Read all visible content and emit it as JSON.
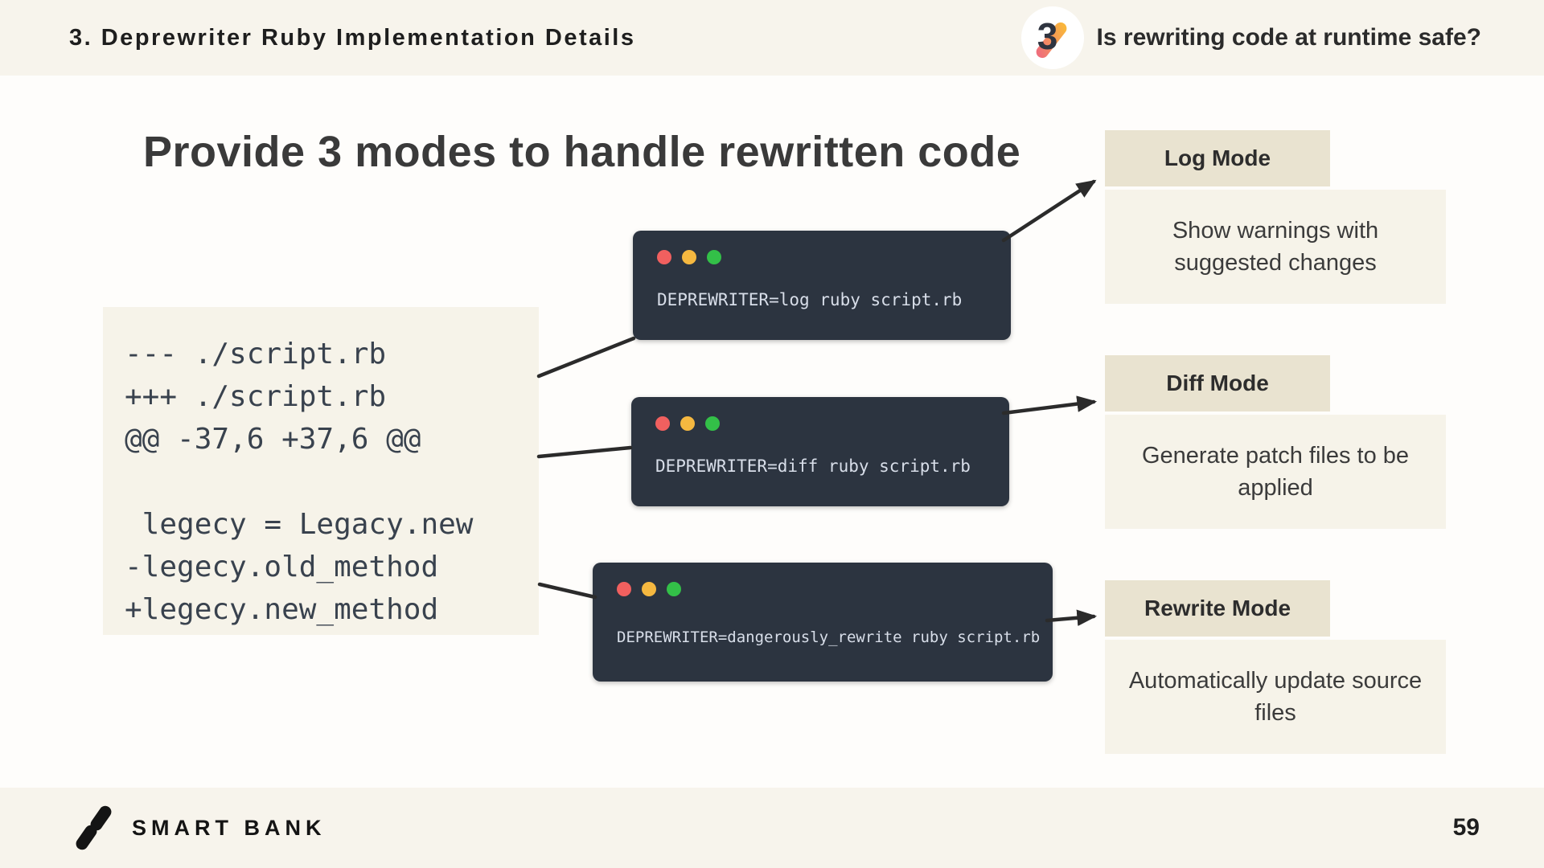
{
  "header": {
    "section_title": "3. Deprewriter Ruby Implementation Details",
    "badge_number": "3",
    "question": "Is rewriting code at runtime safe?"
  },
  "main": {
    "title": "Provide 3 modes to handle rewritten code",
    "diff": {
      "lines": [
        "--- ./script.rb",
        "+++ ./script.rb",
        "@@ -37,6 +37,6 @@",
        "",
        " legecy = Legacy.new",
        "-legecy.old_method",
        "+legecy.new_method"
      ]
    },
    "terminals": [
      {
        "command": "DEPREWRITER=log ruby script.rb"
      },
      {
        "command": "DEPREWRITER=diff ruby script.rb"
      },
      {
        "command": "DEPREWRITER=dangerously_rewrite ruby script.rb"
      }
    ],
    "modes": [
      {
        "name": "Log Mode",
        "description": "Show warnings with suggested changes"
      },
      {
        "name": "Diff Mode",
        "description": "Generate patch files to be applied"
      },
      {
        "name": "Rewrite Mode",
        "description": "Automatically update source files"
      }
    ]
  },
  "footer": {
    "brand": "SMART BANK",
    "page_number": "59"
  },
  "colors": {
    "bar_background": "#f7f4ec",
    "panel_background": "#f6f3e9",
    "mode_header_background": "#e9e3d0",
    "terminal_background": "#2c3440",
    "terminal_text": "#d8dee9",
    "traffic_red": "#f1605f",
    "traffic_yellow": "#f5b840",
    "traffic_green": "#33c048",
    "badge_gradient_top": "#f9b63c",
    "badge_gradient_bottom": "#ef6f7b",
    "arrow": "#2b2b2b"
  }
}
